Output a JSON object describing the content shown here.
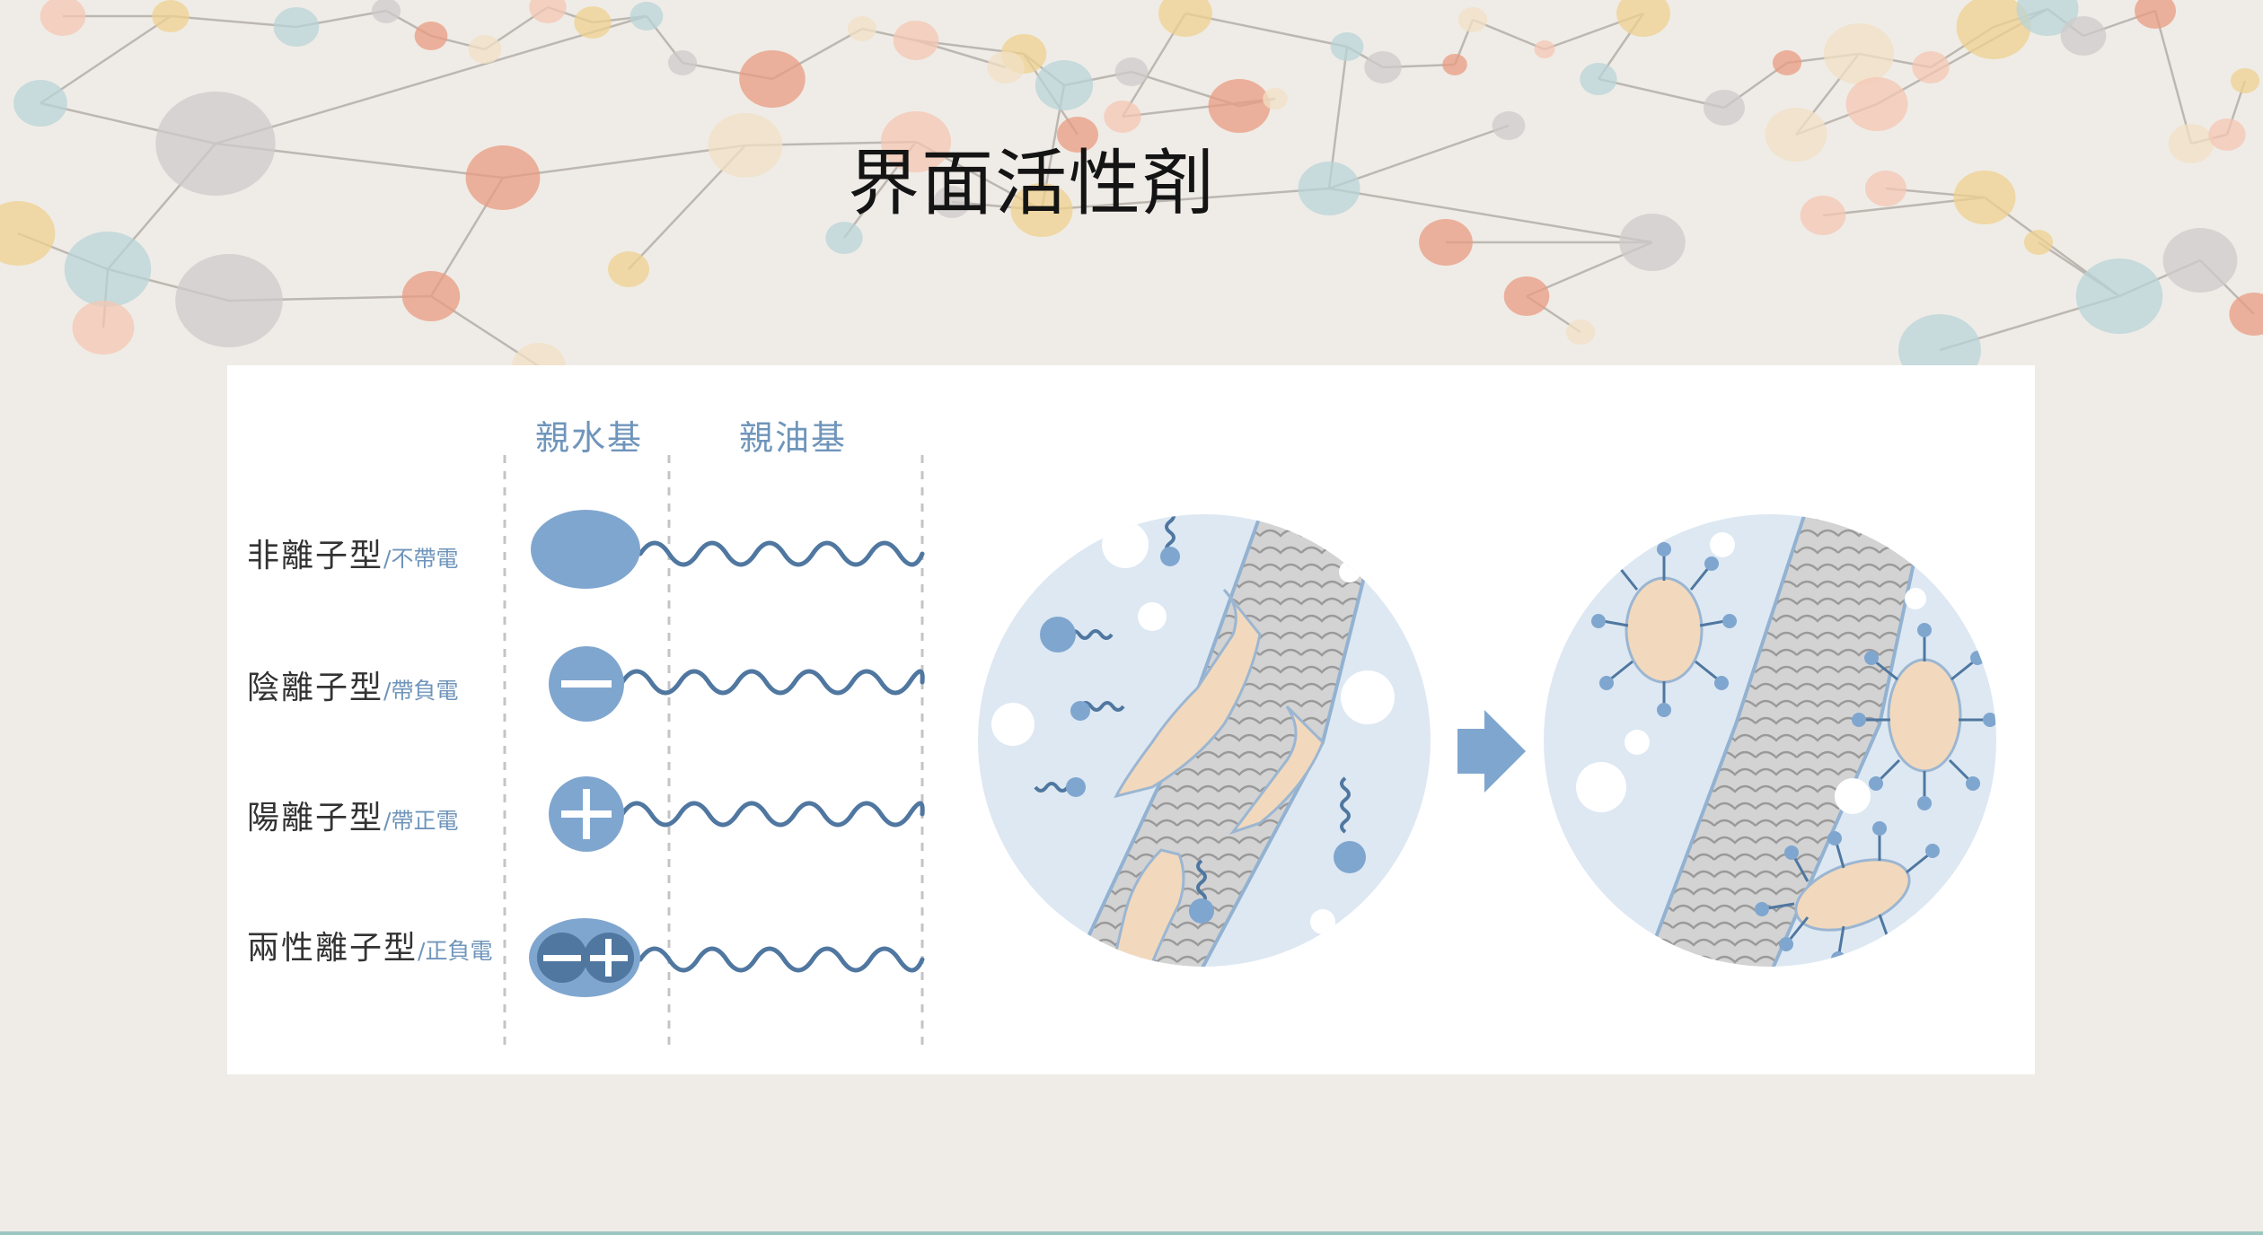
{
  "title": "界面活性剤",
  "columns": {
    "hydrophilic": "親水基",
    "lipophilic": "親油基"
  },
  "rows": [
    {
      "label": "非離子型",
      "note": "/不帶電",
      "head": "oval"
    },
    {
      "label": "陰離子型",
      "note": "/帶負電",
      "head": "minus"
    },
    {
      "label": "陽離子型",
      "note": "/帶正電",
      "head": "plus"
    },
    {
      "label": "兩性離子型",
      "note": "/正負電",
      "head": "minus-plus"
    }
  ],
  "colors": {
    "background": "#efece7",
    "accent_blue": "#6f95bb",
    "head_blue": "#7fa6cf",
    "wave_blue": "#4f77a0",
    "dirt": "#f2d9bd",
    "fiber": "#d5d5d5",
    "bubble": "#dde8f2"
  },
  "icons": [
    "arrow-right-icon"
  ]
}
